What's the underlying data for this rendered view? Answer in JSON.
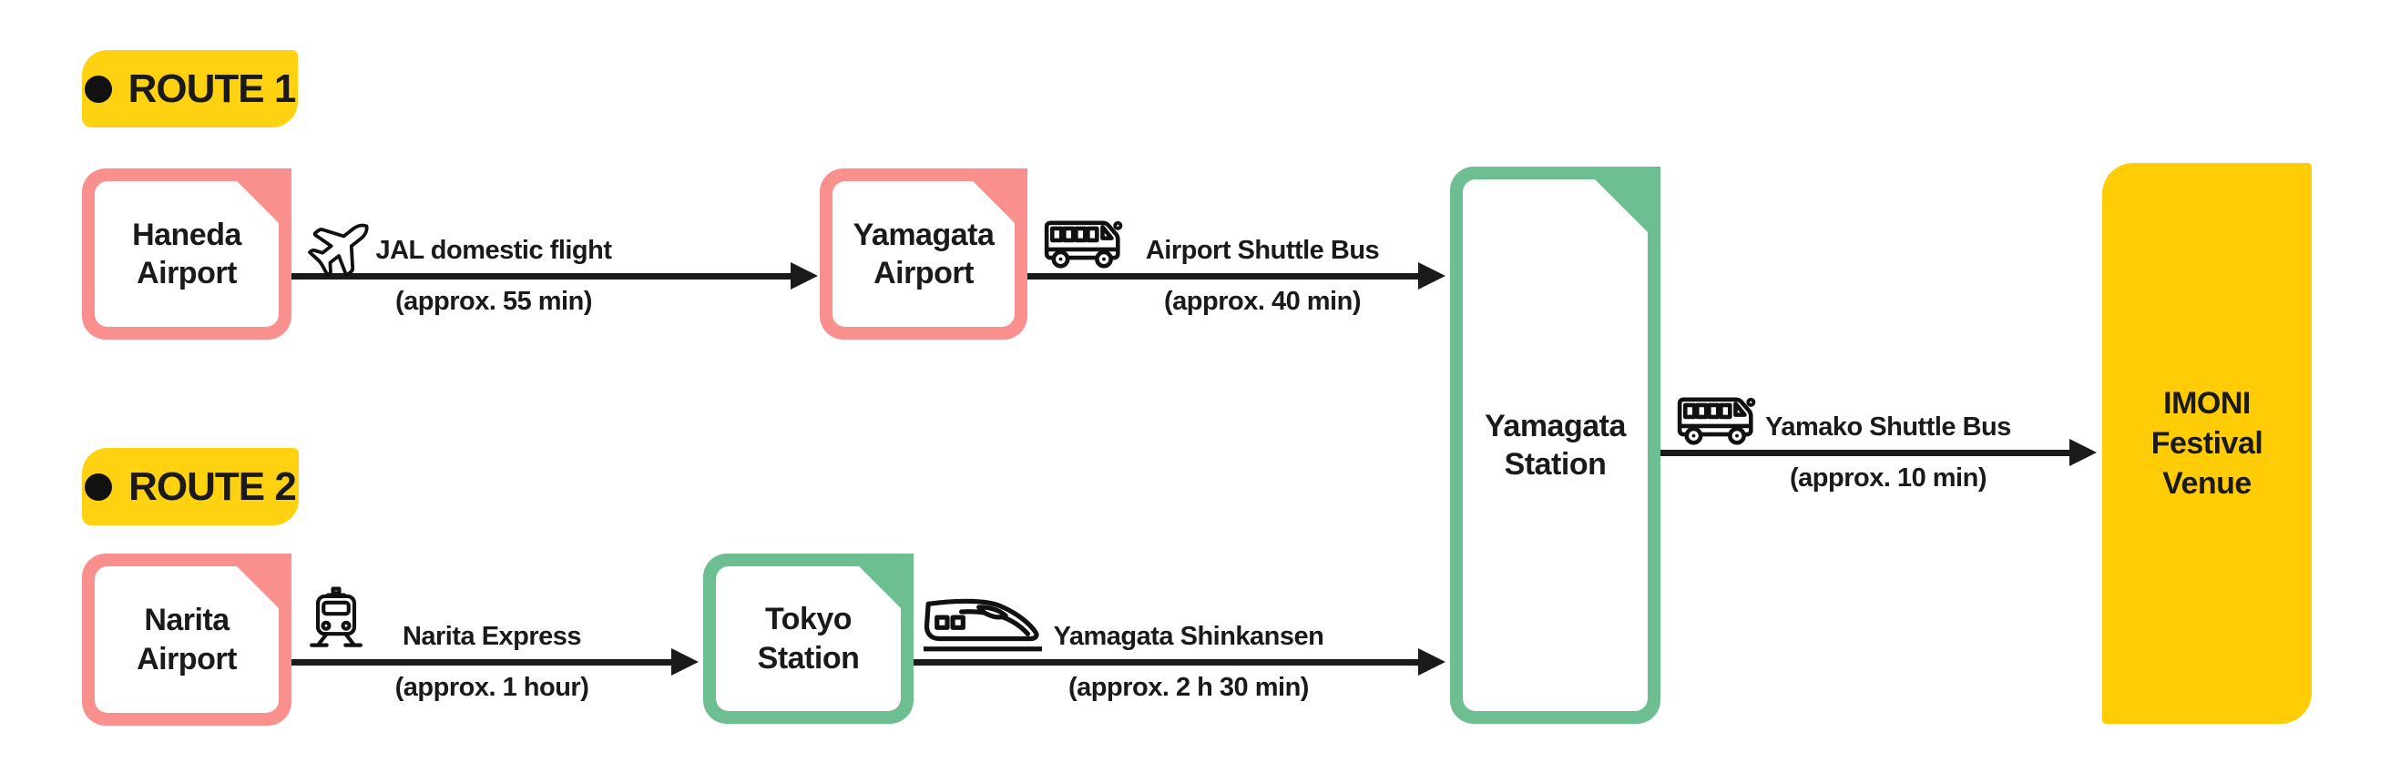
{
  "colors": {
    "pink": "#FA908E",
    "green": "#6DBE90",
    "label_yellow": "#FFD211",
    "venue_yellow": "#FFCC05",
    "ink": "#1A1A1A"
  },
  "route_labels": {
    "route1": "ROUTE 1",
    "route2": "ROUTE 2"
  },
  "nodes": {
    "haneda": {
      "lines": [
        "Haneda",
        "Airport"
      ]
    },
    "yamagata_airport": {
      "lines": [
        "Yamagata",
        "Airport"
      ]
    },
    "yamagata_station": {
      "lines": [
        "Yamagata",
        "Station"
      ]
    },
    "narita": {
      "lines": [
        "Narita",
        "Airport"
      ]
    },
    "tokyo": {
      "lines": [
        "Tokyo",
        "Station"
      ]
    },
    "venue": {
      "lines": [
        "IMONI",
        "Festival",
        "Venue"
      ]
    }
  },
  "legs": {
    "jal": {
      "title": "JAL domestic flight",
      "duration": "(approx. 55 min)",
      "icon": "airplane-icon"
    },
    "airport_shuttle": {
      "title": "Airport Shuttle Bus",
      "duration": "(approx. 40 min)",
      "icon": "bus-icon"
    },
    "yamako": {
      "title": "Yamako Shuttle Bus",
      "duration": "(approx. 10 min)",
      "icon": "bus-icon"
    },
    "narita_express": {
      "title": "Narita Express",
      "duration": "(approx. 1 hour)",
      "icon": "train-icon"
    },
    "shinkansen": {
      "title": "Yamagata Shinkansen",
      "duration": "(approx. 2 h 30 min)",
      "icon": "shinkansen-icon"
    }
  }
}
